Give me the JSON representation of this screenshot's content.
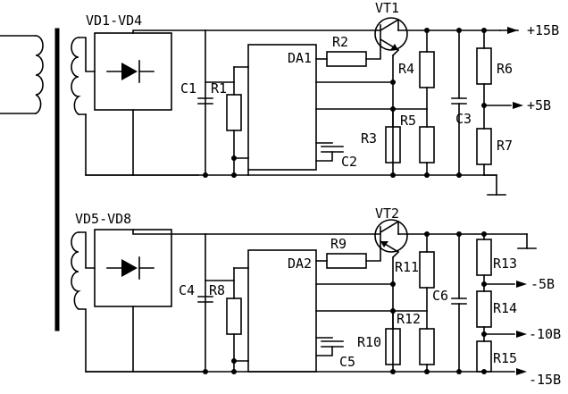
{
  "labels": {
    "vd1_vd4": "VD1-VD4",
    "vd5_vd8": "VD5-VD8",
    "vt1": "VT1",
    "vt2": "VT2",
    "da1": "DA1",
    "da2": "DA2",
    "c1": "C1",
    "c2": "C2",
    "c3": "C3",
    "c4": "C4",
    "c5": "C5",
    "c6": "C6",
    "r1": "R1",
    "r2": "R2",
    "r3": "R3",
    "r4": "R4",
    "r5": "R5",
    "r6": "R6",
    "r7": "R7",
    "r8": "R8",
    "r9": "R9",
    "r10": "R10",
    "r11": "R11",
    "r12": "R12",
    "r13": "R13",
    "r14": "R14",
    "r15": "R15"
  },
  "outputs": {
    "plus15": "+15B",
    "plus5": "+5B",
    "minus5": "-5B",
    "minus10": "-10B",
    "minus15": "-15B"
  }
}
